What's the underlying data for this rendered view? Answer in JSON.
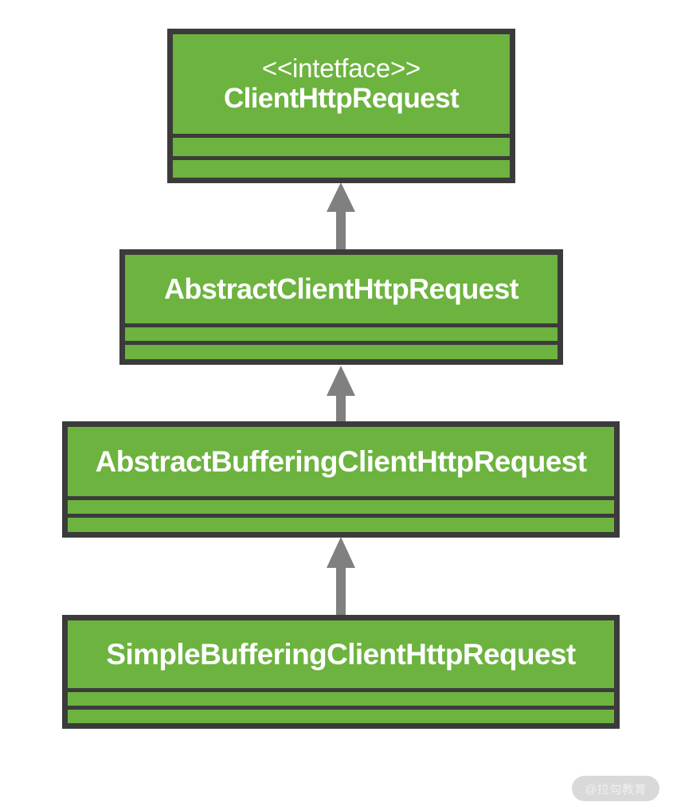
{
  "diagram": {
    "type": "uml-class-hierarchy",
    "background_color": "#ffffff",
    "class_fill_color": "#6cb33f",
    "class_border_color": "#3b3b3b",
    "arrow_color": "#808080",
    "text_color": "#ffffff",
    "classes": [
      {
        "id": "client-http-request",
        "stereotype": "<<intetface>>",
        "name": "ClientHttpRequest",
        "compartments": [
          "",
          ""
        ]
      },
      {
        "id": "abstract-client-http-request",
        "stereotype": "",
        "name": "AbstractClientHttpRequest",
        "compartments": [
          "",
          ""
        ]
      },
      {
        "id": "abstract-buffering-client-http-request",
        "stereotype": "",
        "name": "AbstractBufferingClientHttpRequest",
        "compartments": [
          "",
          ""
        ]
      },
      {
        "id": "simple-buffering-client-http-request",
        "stereotype": "",
        "name": "SimpleBufferingClientHttpRequest",
        "compartments": [
          "",
          ""
        ]
      }
    ],
    "relationships": [
      {
        "id": "gen-1",
        "kind": "generalization",
        "from": "abstract-client-http-request",
        "to": "client-http-request"
      },
      {
        "id": "gen-2",
        "kind": "generalization",
        "from": "abstract-buffering-client-http-request",
        "to": "abstract-client-http-request"
      },
      {
        "id": "gen-3",
        "kind": "generalization",
        "from": "simple-buffering-client-http-request",
        "to": "abstract-buffering-client-http-request"
      }
    ]
  },
  "watermark": {
    "label": "@拉勾教育",
    "background_color": "#d9d9d9",
    "text_color": "#f0f0f0"
  }
}
